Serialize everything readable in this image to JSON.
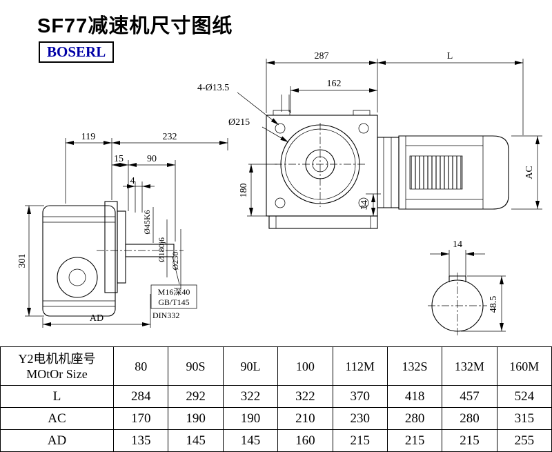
{
  "page": {
    "title": "SF77减速机尺寸图纸",
    "logo": "BOSERL"
  },
  "drawing": {
    "side_view": {
      "dim_119": "119",
      "dim_232": "232",
      "dim_15": "15",
      "dim_90": "90",
      "dim_4": "4",
      "dim_301": "301",
      "dim_ad": "AD",
      "dia_shaft": "Ø45K6",
      "dia_spigot": "Ø180j6",
      "dia_flange": "Ø250",
      "note_tap": "M16深40",
      "note_std1": "GB/T145",
      "note_std2": "DIN332"
    },
    "front_view": {
      "dim_287": "287",
      "dim_l": "L",
      "dim_162": "162",
      "holes": "4-Ø13.5",
      "dia_215": "Ø215",
      "dim_180": "180",
      "dim_34": "34",
      "dim_ac": "AC"
    },
    "shaft_section": {
      "dim_14": "14",
      "dim_48_5": "48.5"
    }
  },
  "table": {
    "row_header_line1": "Y2电机机座号",
    "row_header_line2": "MOtOr Size",
    "frame_sizes": [
      "80",
      "90S",
      "90L",
      "100",
      "112M",
      "132S",
      "132M",
      "160M"
    ],
    "rows": [
      {
        "label": "L",
        "values": [
          "284",
          "292",
          "322",
          "322",
          "370",
          "418",
          "457",
          "524"
        ]
      },
      {
        "label": "AC",
        "values": [
          "170",
          "190",
          "190",
          "210",
          "230",
          "280",
          "280",
          "315"
        ]
      },
      {
        "label": "AD",
        "values": [
          "135",
          "145",
          "145",
          "160",
          "215",
          "215",
          "215",
          "255"
        ]
      }
    ]
  }
}
